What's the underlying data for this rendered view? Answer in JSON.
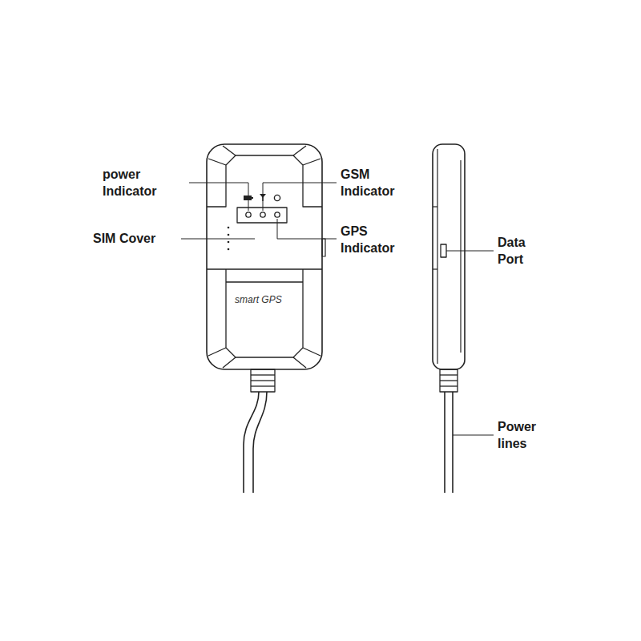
{
  "diagram": {
    "labels": [
      "power Indicator",
      "GSM Indicator",
      "GPS Indicator",
      "SIM Cover",
      "smart GPS",
      "Data Port",
      "Power lines"
    ]
  }
}
